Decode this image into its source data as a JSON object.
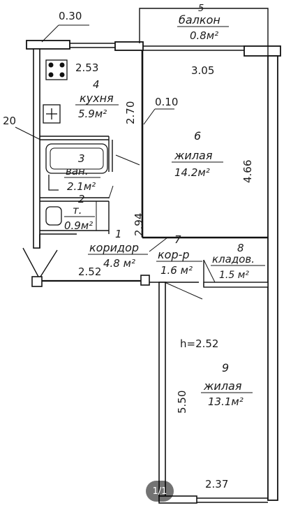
{
  "plan": {
    "dimensions": {
      "top_wall": "0.30",
      "kitchen_width": "2.53",
      "kitchen_length": "2.70",
      "left_wall": "20",
      "interior_wall": "0.10",
      "room6_width": "3.05",
      "room6_length": "4.66",
      "corridor_length": "2.94",
      "corridor_width": "2.52",
      "room9_length": "5.50",
      "room9_width": "2.37",
      "ceiling_height": "h=2.52"
    },
    "rooms": {
      "balcony": {
        "number": "5",
        "name": "балкон",
        "area": "0.8м²"
      },
      "kitchen": {
        "number": "4",
        "name": "кухня",
        "area": "5.9м²"
      },
      "bath": {
        "number": "3",
        "name": "ван.",
        "area": "2.1м²"
      },
      "wc": {
        "number": "2",
        "name": "т.",
        "area": "0.9м²"
      },
      "corridor": {
        "number": "1",
        "name": "коридор",
        "area": "4.8 м²"
      },
      "room6": {
        "number": "6",
        "name": "жилая",
        "area": "14.2м²"
      },
      "corridor2": {
        "number": "7",
        "name": "кор-р",
        "area": "1.6 м²"
      },
      "storage": {
        "number": "8",
        "name": "кладов.",
        "area": "1.5 м²"
      },
      "room9": {
        "number": "9",
        "name": "жилая",
        "area": "13.1м²"
      }
    }
  },
  "pager": {
    "label": "1/1"
  }
}
